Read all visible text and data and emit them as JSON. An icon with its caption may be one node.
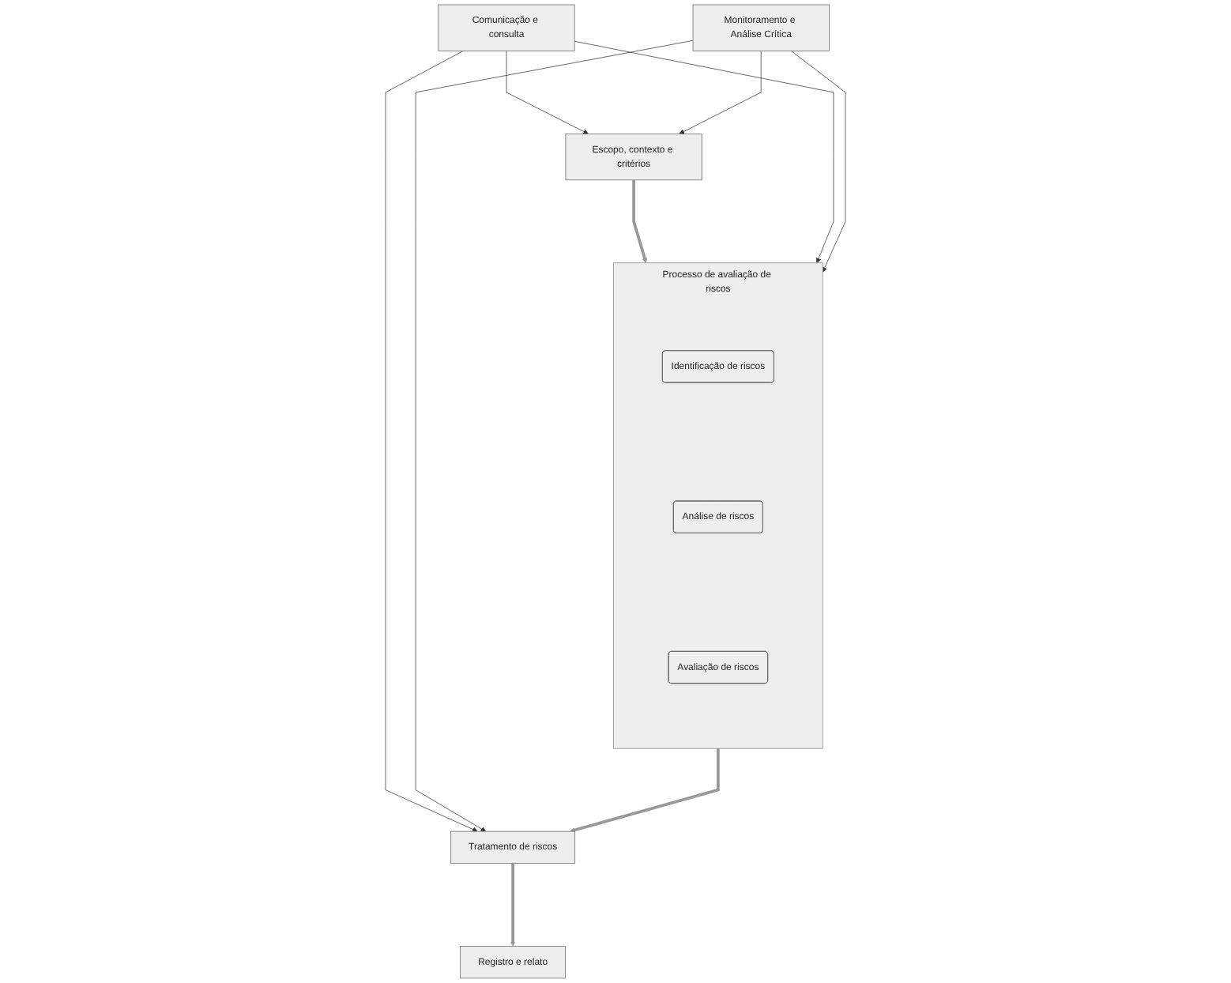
{
  "diagram": {
    "nodes": [
      {
        "text": [
          "Escopo, contexto e critérios"
        ]
      },
      {
        "text": [
          "Processo de avaliação de riscos"
        ]
      },
      {
        "text": [
          "Identificação de riscos"
        ],
        "in": 1
      },
      {
        "text": [
          "Análise de riscos"
        ],
        "in": 1
      },
      {
        "text": [
          "Avaliação de riscos"
        ],
        "in": 1
      },
      {
        "text": [
          "Comunicação e consulta"
        ]
      },
      {
        "text": [
          "Monitoramento e Análise Crítica"
        ]
      },
      {
        "text": [
          "Tratamento de riscos"
        ]
      },
      {
        "text": [
          "Registro e relato"
        ]
      }
    ],
    "edges": [
      {
        "from": 0,
        "to": 1,
        "arrow": "to",
        "style": "thick",
        "color": "#999999"
      },
      {
        "from": 1,
        "to": 7,
        "arrow": "to",
        "style": "thick",
        "color": "#999999"
      },
      {
        "from": 7,
        "to": 8,
        "arrow": "to",
        "style": "thick",
        "color": "#999999"
      },
      {
        "from": 5,
        "to": 0,
        "arrow": "to"
      },
      {
        "from": 6,
        "to": 0,
        "arrow": "to"
      },
      {
        "from": 5,
        "to": 1,
        "arrow": "to"
      },
      {
        "from": 6,
        "to": 1,
        "arrow": "to"
      },
      {
        "from": 5,
        "to": 7,
        "arrow": "to"
      },
      {
        "from": 6,
        "to": 7,
        "arrow": "to"
      }
    ]
  }
}
